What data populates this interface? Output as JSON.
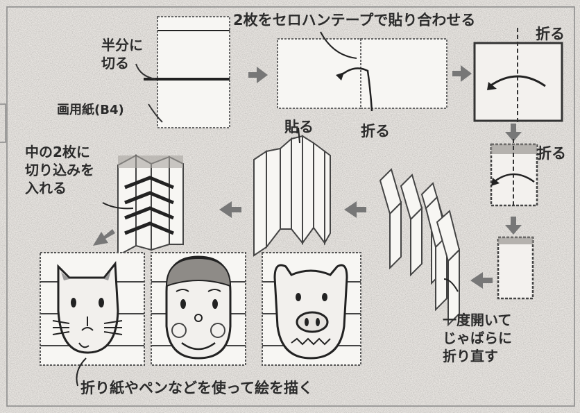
{
  "labels": {
    "top_instruction": "2枚をセロハンテープで貼り合わせる",
    "cut_half": [
      "半分に",
      "切る"
    ],
    "paper": "画用紙(B4)",
    "fold_a": "折る",
    "fold_b": "折る",
    "fold_c": "折る",
    "paste": "貼る",
    "slits": [
      "中の2枚に",
      "切り込みを",
      "入れる"
    ],
    "refold": [
      "一度開いて",
      "じゃばらに",
      "折り直す"
    ],
    "bottom_instruction": "折り紙やペンなどを使って絵を描く"
  },
  "faces": [
    "cat",
    "child",
    "pig"
  ]
}
